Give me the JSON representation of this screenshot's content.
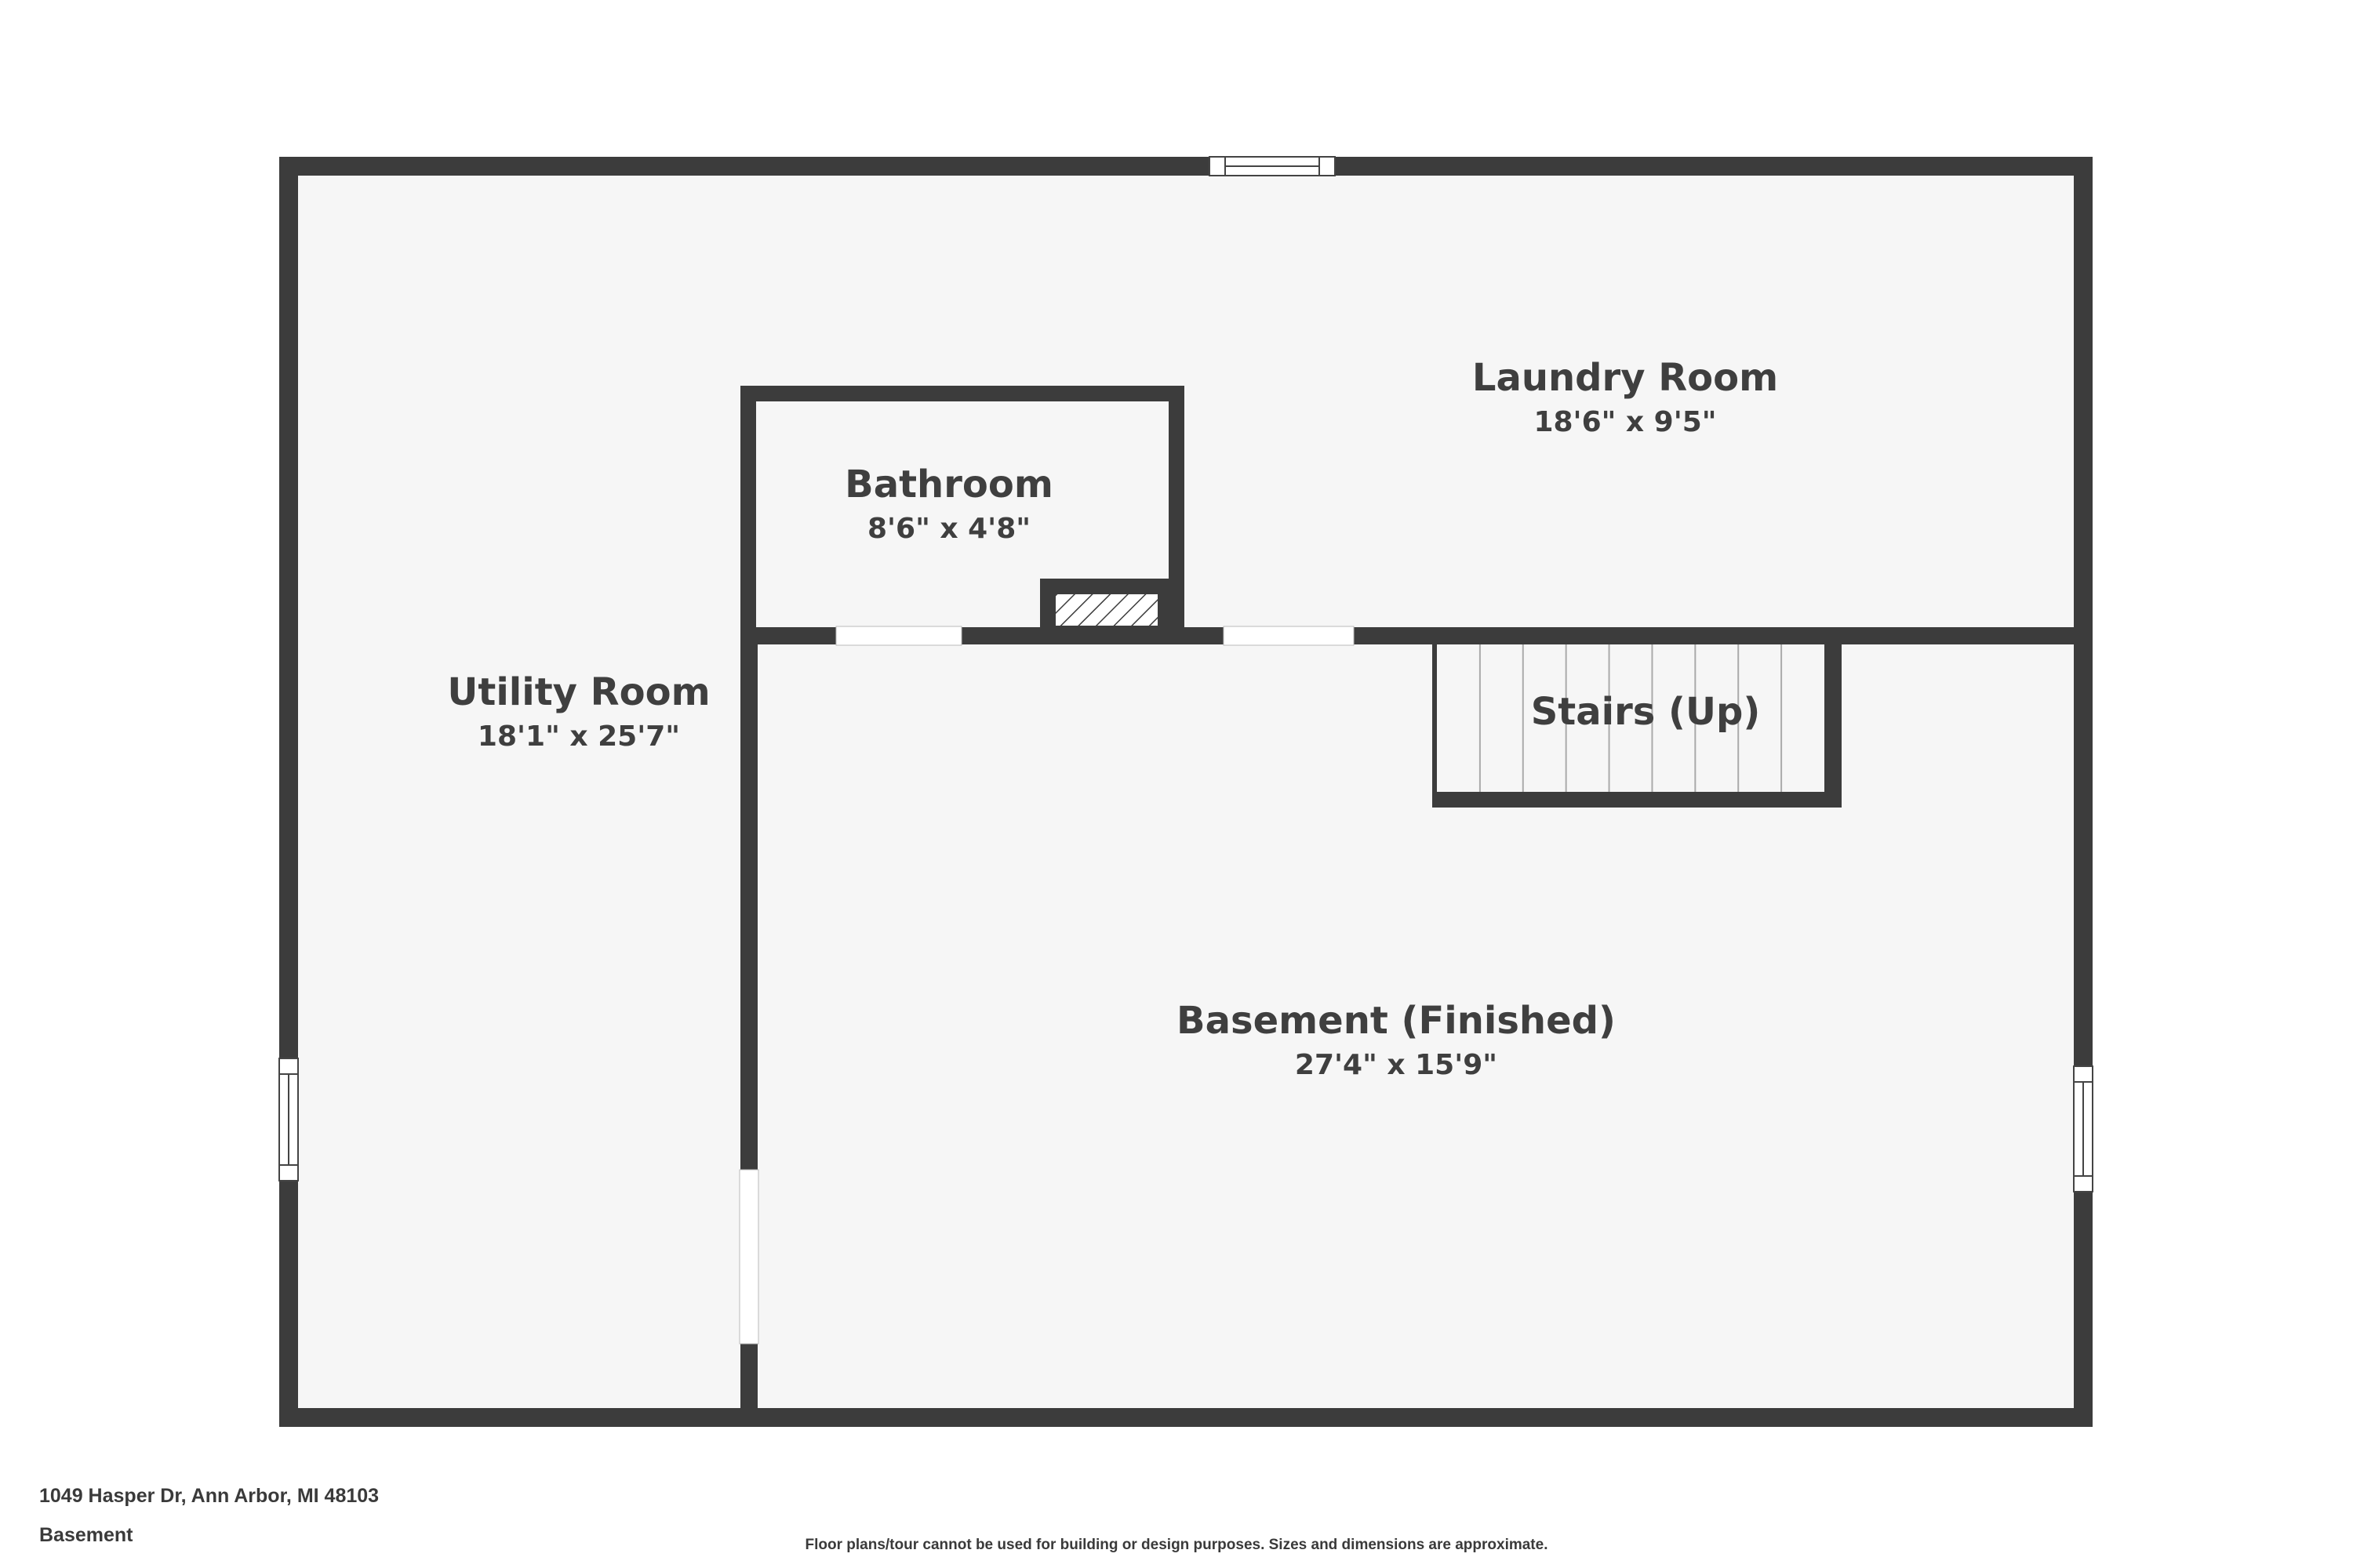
{
  "rooms": {
    "utility": {
      "name": "Utility Room",
      "dims": "18'1\" x 25'7\""
    },
    "bathroom": {
      "name": "Bathroom",
      "dims": "8'6\" x 4'8\""
    },
    "laundry": {
      "name": "Laundry Room",
      "dims": "18'6\" x 9'5\""
    },
    "stairs": {
      "name": "Stairs (Up)"
    },
    "basement": {
      "name": "Basement (Finished)",
      "dims": "27'4\" x 15'9\""
    }
  },
  "footer": {
    "address": "1049 Hasper Dr, Ann Arbor, MI 48103",
    "floor": "Basement",
    "disclaimer": "Floor plans/tour cannot be used for building or design purposes. Sizes and dimensions are approximate."
  },
  "colors": {
    "wall": "#3c3c3c",
    "floor": "#f6f6f6",
    "text": "#3f3f3f"
  }
}
